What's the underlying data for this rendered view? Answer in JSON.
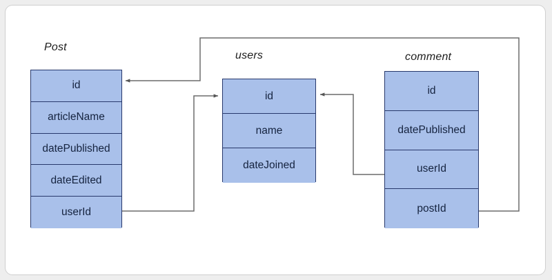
{
  "diagram": {
    "type": "entity-relationship-diagram",
    "background_color": "#eeeeee",
    "card_color": "#ffffff",
    "entity_fill": "#a9c0ea",
    "entity_border": "#27386b",
    "connector_color": "#6b6b6b",
    "entities": [
      {
        "id": "post",
        "title": "Post",
        "attributes": [
          {
            "name": "id"
          },
          {
            "name": "articleName"
          },
          {
            "name": "datePublished"
          },
          {
            "name": "dateEdited"
          },
          {
            "name": "userId"
          }
        ]
      },
      {
        "id": "users",
        "title": "users",
        "attributes": [
          {
            "name": "id"
          },
          {
            "name": "name"
          },
          {
            "name": "dateJoined"
          }
        ]
      },
      {
        "id": "comment",
        "title": "comment",
        "attributes": [
          {
            "name": "id"
          },
          {
            "name": "datePublished"
          },
          {
            "name": "userId"
          },
          {
            "name": "postId"
          }
        ]
      }
    ],
    "relationships": [
      {
        "id": "post-userid-to-users-id",
        "from": "Post.userId",
        "to": "users.id",
        "arrow": "to"
      },
      {
        "id": "comment-userid-to-users-id",
        "from": "comment.userId",
        "to": "users.id",
        "arrow": "to"
      },
      {
        "id": "comment-postid-to-post-id",
        "from": "comment.postId",
        "to": "Post.id",
        "arrow": "to"
      }
    ]
  }
}
